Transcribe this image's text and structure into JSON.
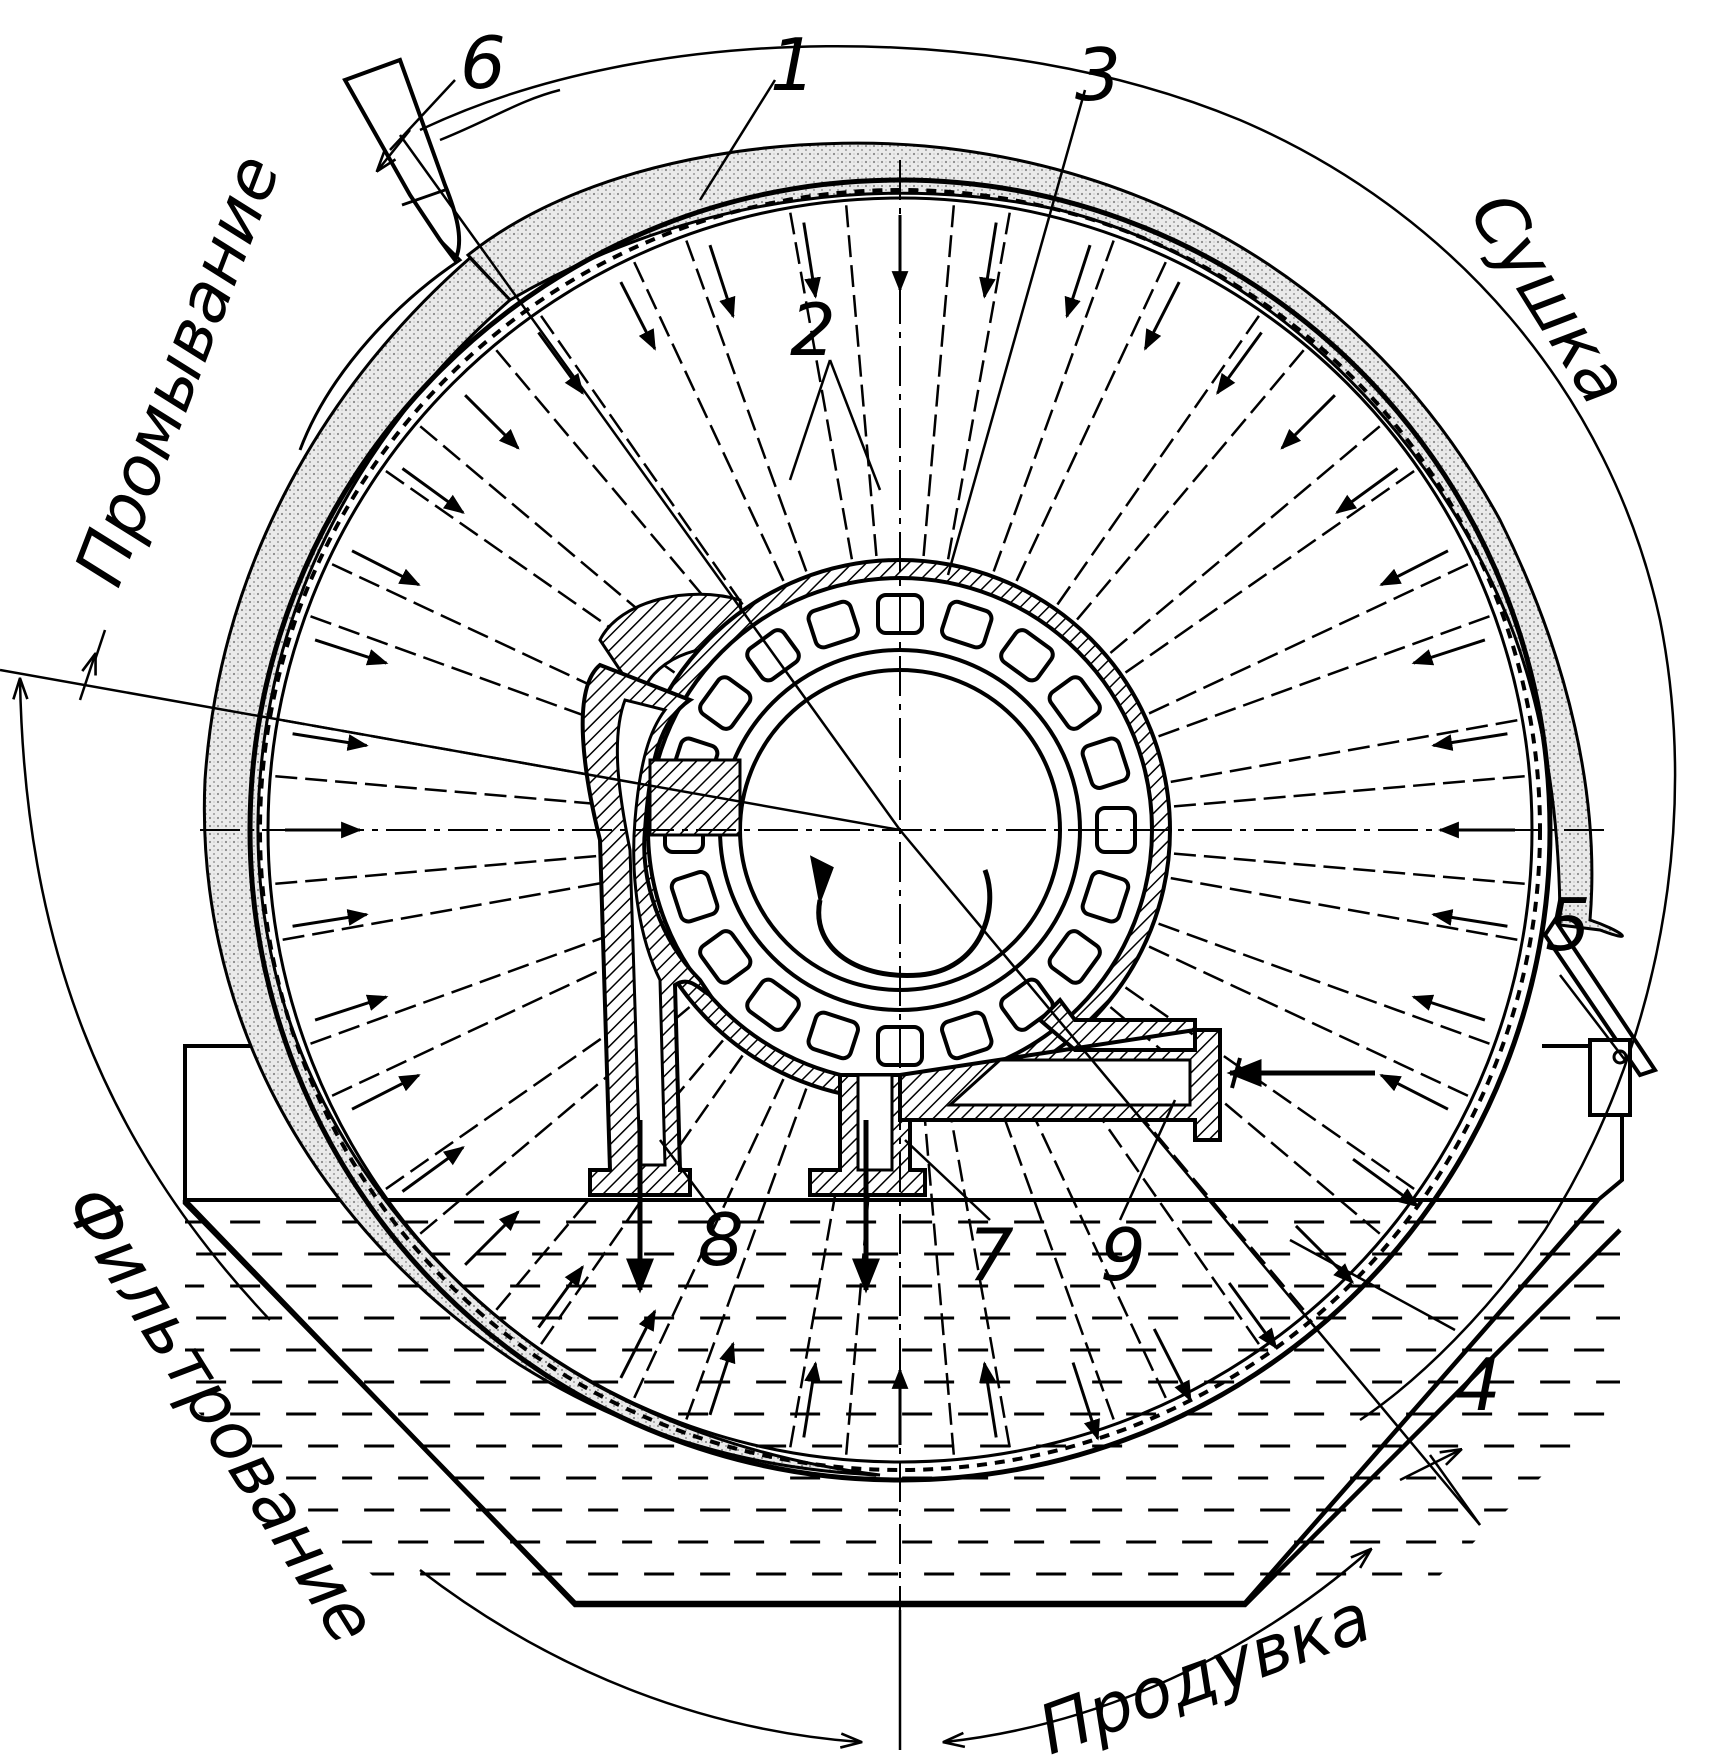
{
  "zones": {
    "washing": "Промывание",
    "drying": "Сушка",
    "filtering": "Фильтрование",
    "blowing": "Продувка"
  },
  "parts": {
    "p1": "1",
    "p2": "2",
    "p3": "3",
    "p4": "4",
    "p5": "5",
    "p6": "6",
    "p7": "7",
    "p8": "8",
    "p9": "9"
  }
}
